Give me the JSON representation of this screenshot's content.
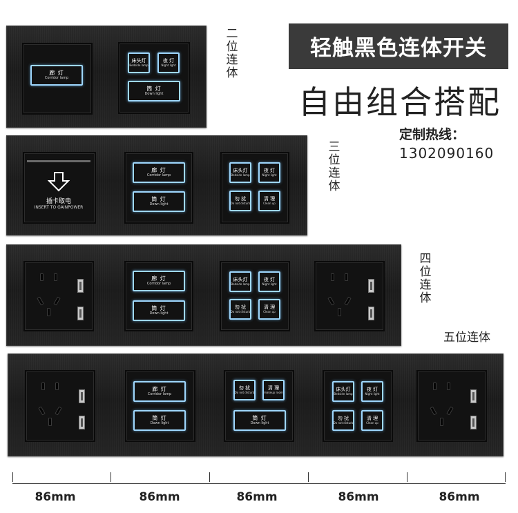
{
  "banner": {
    "title": "轻触黑色连体开关",
    "subtitle": "自由组合搭配"
  },
  "hotline": {
    "label": "定制热线：",
    "number": "1302090160"
  },
  "labels": {
    "two": "二位连体",
    "three": "三位连体",
    "four": "四位连体",
    "five": "五位连体"
  },
  "switches": {
    "corridor": {
      "cn": "廊 灯",
      "en": "Corridor lamp"
    },
    "down": {
      "cn": "筒 灯",
      "en": "Down light"
    },
    "bedside": {
      "cn": "床头灯",
      "en": "Bedside lamp"
    },
    "night": {
      "cn": "夜 灯",
      "en": "Night light"
    },
    "dnd": {
      "cn": "勿 扰",
      "en": "Do not disturb"
    },
    "clean": {
      "cn": "清 理",
      "en": "Clean up"
    },
    "makeup": {
      "cn": "清 理",
      "en": "makeup room"
    }
  },
  "card": {
    "cn": "插卡取电",
    "en": "INSERT TO GAINPOWER"
  },
  "dimension": "86mm",
  "colors": {
    "panel": "#1e1e1e",
    "glow": "#9fd8ff",
    "banner": "#3a3a3a"
  }
}
